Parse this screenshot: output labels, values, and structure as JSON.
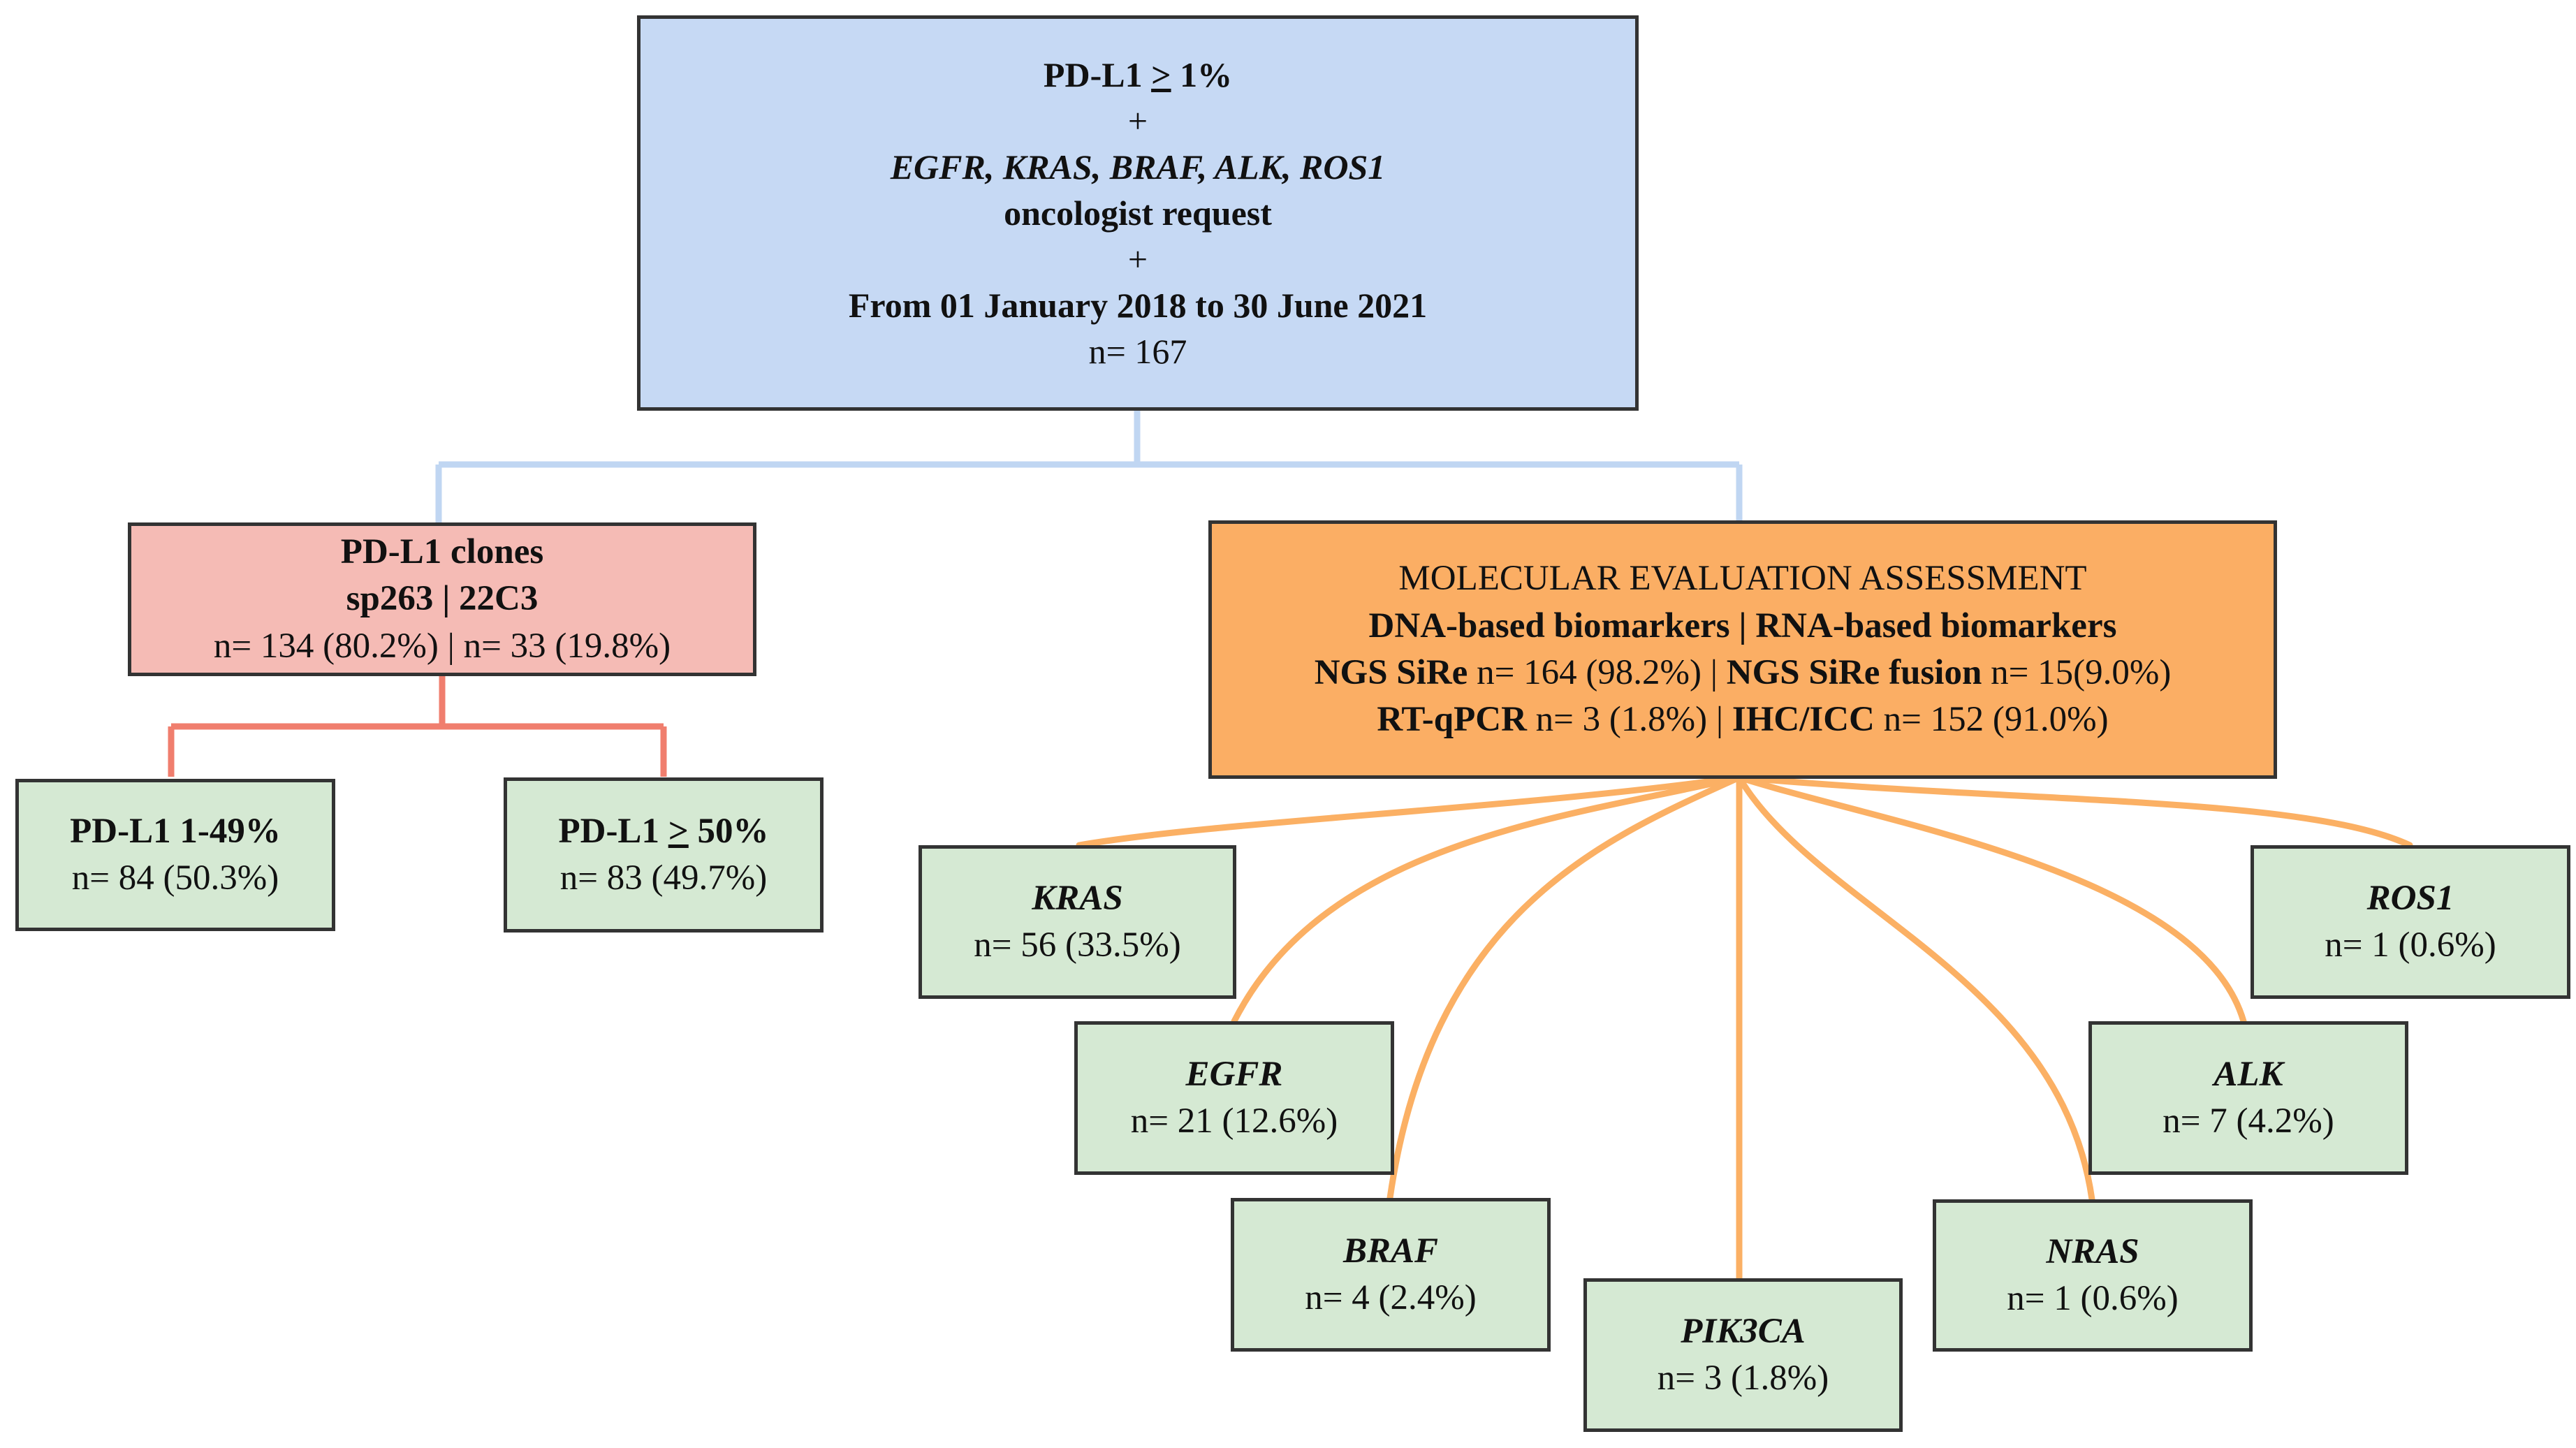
{
  "root": {
    "line1_prefix": "PD-L1 ",
    "line1_symbol": ">",
    "line1_suffix": " 1%",
    "plus1": "+",
    "genes": "EGFR, KRAS, BRAF, ALK, ROS1",
    "request": "oncologist request",
    "plus2": "+",
    "period": "From 01 January 2018 to 30 June 2021",
    "count": "n= 167"
  },
  "clones": {
    "title": "PD-L1 clones",
    "names": "sp263 | 22C3",
    "counts": "n= 134 (80.2%) | n= 33 (19.8%)"
  },
  "pdl1_low": {
    "title": "PD-L1 1-49%",
    "count": "n= 84 (50.3%)"
  },
  "pdl1_high": {
    "title_prefix": "PD-L1 ",
    "title_symbol": ">",
    "title_suffix": " 50%",
    "count": "n= 83 (49.7%)"
  },
  "molecular": {
    "title": "MOLECULAR EVALUATION ASSESSMENT",
    "subtitle": "DNA-based biomarkers | RNA-based biomarkers",
    "ngs_bold1": "NGS SiRe",
    "ngs_count1": " n= 164 (98.2%) | ",
    "ngs_bold2": "NGS SiRe fusion",
    "ngs_count2": " n= 15(9.0%)",
    "pcr_bold1": "RT-qPCR",
    "pcr_count1": " n= 3 (1.8%) | ",
    "pcr_bold2": "IHC/ICC",
    "pcr_count2": " n= 152 (91.0%)"
  },
  "genes": {
    "kras": {
      "name": "KRAS",
      "count": "n= 56 (33.5%)"
    },
    "egfr": {
      "name": "EGFR",
      "count": "n= 21 (12.6%)"
    },
    "braf": {
      "name": "BRAF",
      "count": "n= 4 (2.4%)"
    },
    "pik3ca": {
      "name": "PIK3CA",
      "count": "n= 3 (1.8%)"
    },
    "nras": {
      "name": "NRAS",
      "count": "n= 1 (0.6%)"
    },
    "alk": {
      "name": "ALK",
      "count": "n= 7 (4.2%)"
    },
    "ros1": {
      "name": "ROS1",
      "count": "n= 1 (0.6%)"
    }
  },
  "colors": {
    "root_fill": "#c6d9f4",
    "root_connector": "#c0d6f2",
    "clone_fill": "#f5bbb5",
    "clone_connector": "#f07e6e",
    "molecular_fill": "#fbae64",
    "molecular_connector": "#fbb064",
    "leaf_fill": "#d5e9d3",
    "border": "#333333"
  }
}
